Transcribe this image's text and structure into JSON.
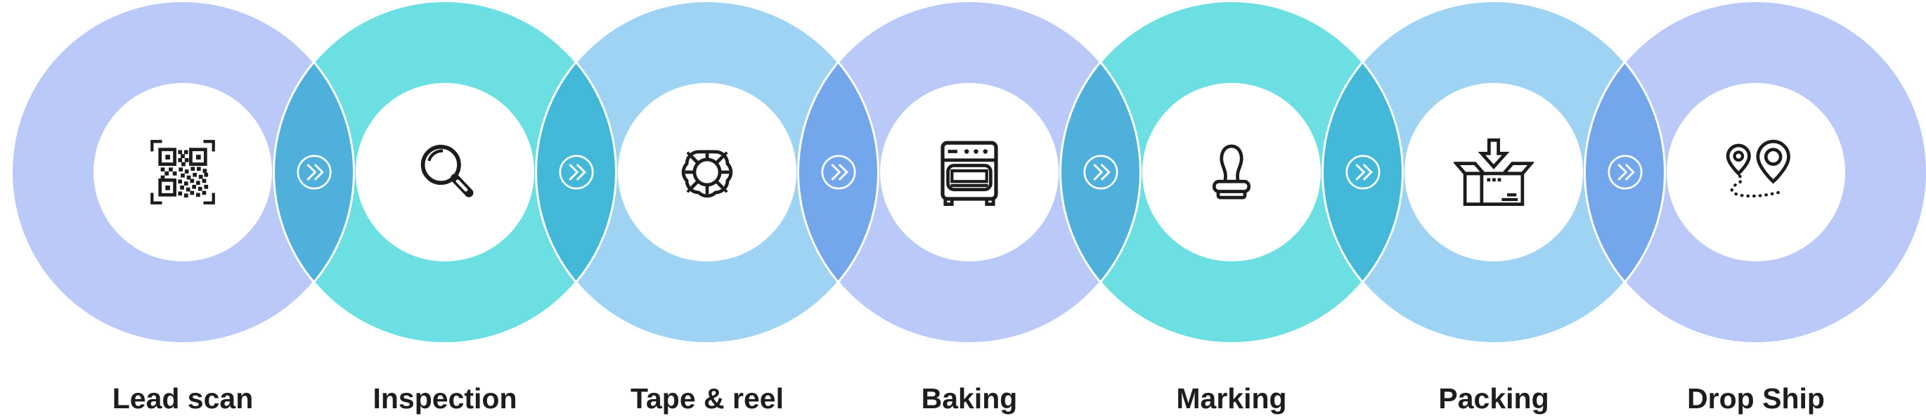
{
  "diagram": {
    "background": "#ffffff",
    "label_color": "#1d1d1f",
    "icon_stroke": "#1c1c1c",
    "circle_outline": "#ffffff",
    "steps": [
      {
        "label": "Lead scan",
        "icon": "qr-scan-icon",
        "color": "#bac9f8"
      },
      {
        "label": "Inspection",
        "icon": "magnifier-icon",
        "color": "#6cdfe3"
      },
      {
        "label": "Tape & reel",
        "icon": "reel-icon",
        "color": "#9fd3f3"
      },
      {
        "label": "Baking",
        "icon": "oven-icon",
        "color": "#bac9f8"
      },
      {
        "label": "Marking",
        "icon": "stamp-icon",
        "color": "#6cdfe3"
      },
      {
        "label": "Packing",
        "icon": "packing-box-icon",
        "color": "#9fd3f3"
      },
      {
        "label": "Drop Ship",
        "icon": "route-pins-icon",
        "color": "#bac9f8"
      }
    ],
    "connector": {
      "icon": "double-chevron-icon",
      "color": "#ffffff"
    }
  }
}
